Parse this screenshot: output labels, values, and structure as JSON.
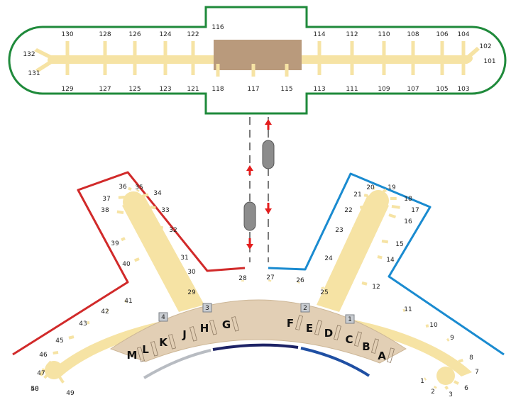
{
  "colors": {
    "concourse": "#f6e3a4",
    "hall_core": "#b99a7c",
    "hall_fill": "#e2cfb5",
    "green_outline": "#1f8a3b",
    "red_outline": "#d12a2a",
    "blue_outline": "#1a8bd0",
    "train": "#8c8c8c",
    "arrow": "#e31e1e",
    "pier_badge": "#c9cdd2"
  },
  "satellite_gates_top": [
    "130",
    "128",
    "126",
    "124",
    "122",
    "116",
    "114",
    "112",
    "110",
    "108",
    "106",
    "104"
  ],
  "satellite_gates_bottom": [
    "129",
    "127",
    "125",
    "123",
    "121",
    "118",
    "117",
    "115",
    "113",
    "111",
    "109",
    "107",
    "105",
    "103"
  ],
  "satellite_gates_ends": [
    "132",
    "131",
    "102",
    "101"
  ],
  "terminal_gates": [
    "1",
    "2",
    "3",
    "6",
    "7",
    "8",
    "9",
    "10",
    "11",
    "12",
    "14",
    "15",
    "16",
    "17",
    "18",
    "19",
    "20",
    "21",
    "22",
    "23",
    "24",
    "25",
    "26",
    "27",
    "28",
    "29",
    "30",
    "31",
    "32",
    "33",
    "34",
    "35",
    "36",
    "37",
    "38",
    "39",
    "40",
    "41",
    "42",
    "43",
    "45",
    "46",
    "47",
    "48",
    "49",
    "50"
  ],
  "checkin_zones": [
    "M",
    "L",
    "K",
    "J",
    "H",
    "G",
    "F",
    "E",
    "D",
    "C",
    "B",
    "A"
  ],
  "pier_markers": [
    "4",
    "3",
    "2",
    "1"
  ]
}
